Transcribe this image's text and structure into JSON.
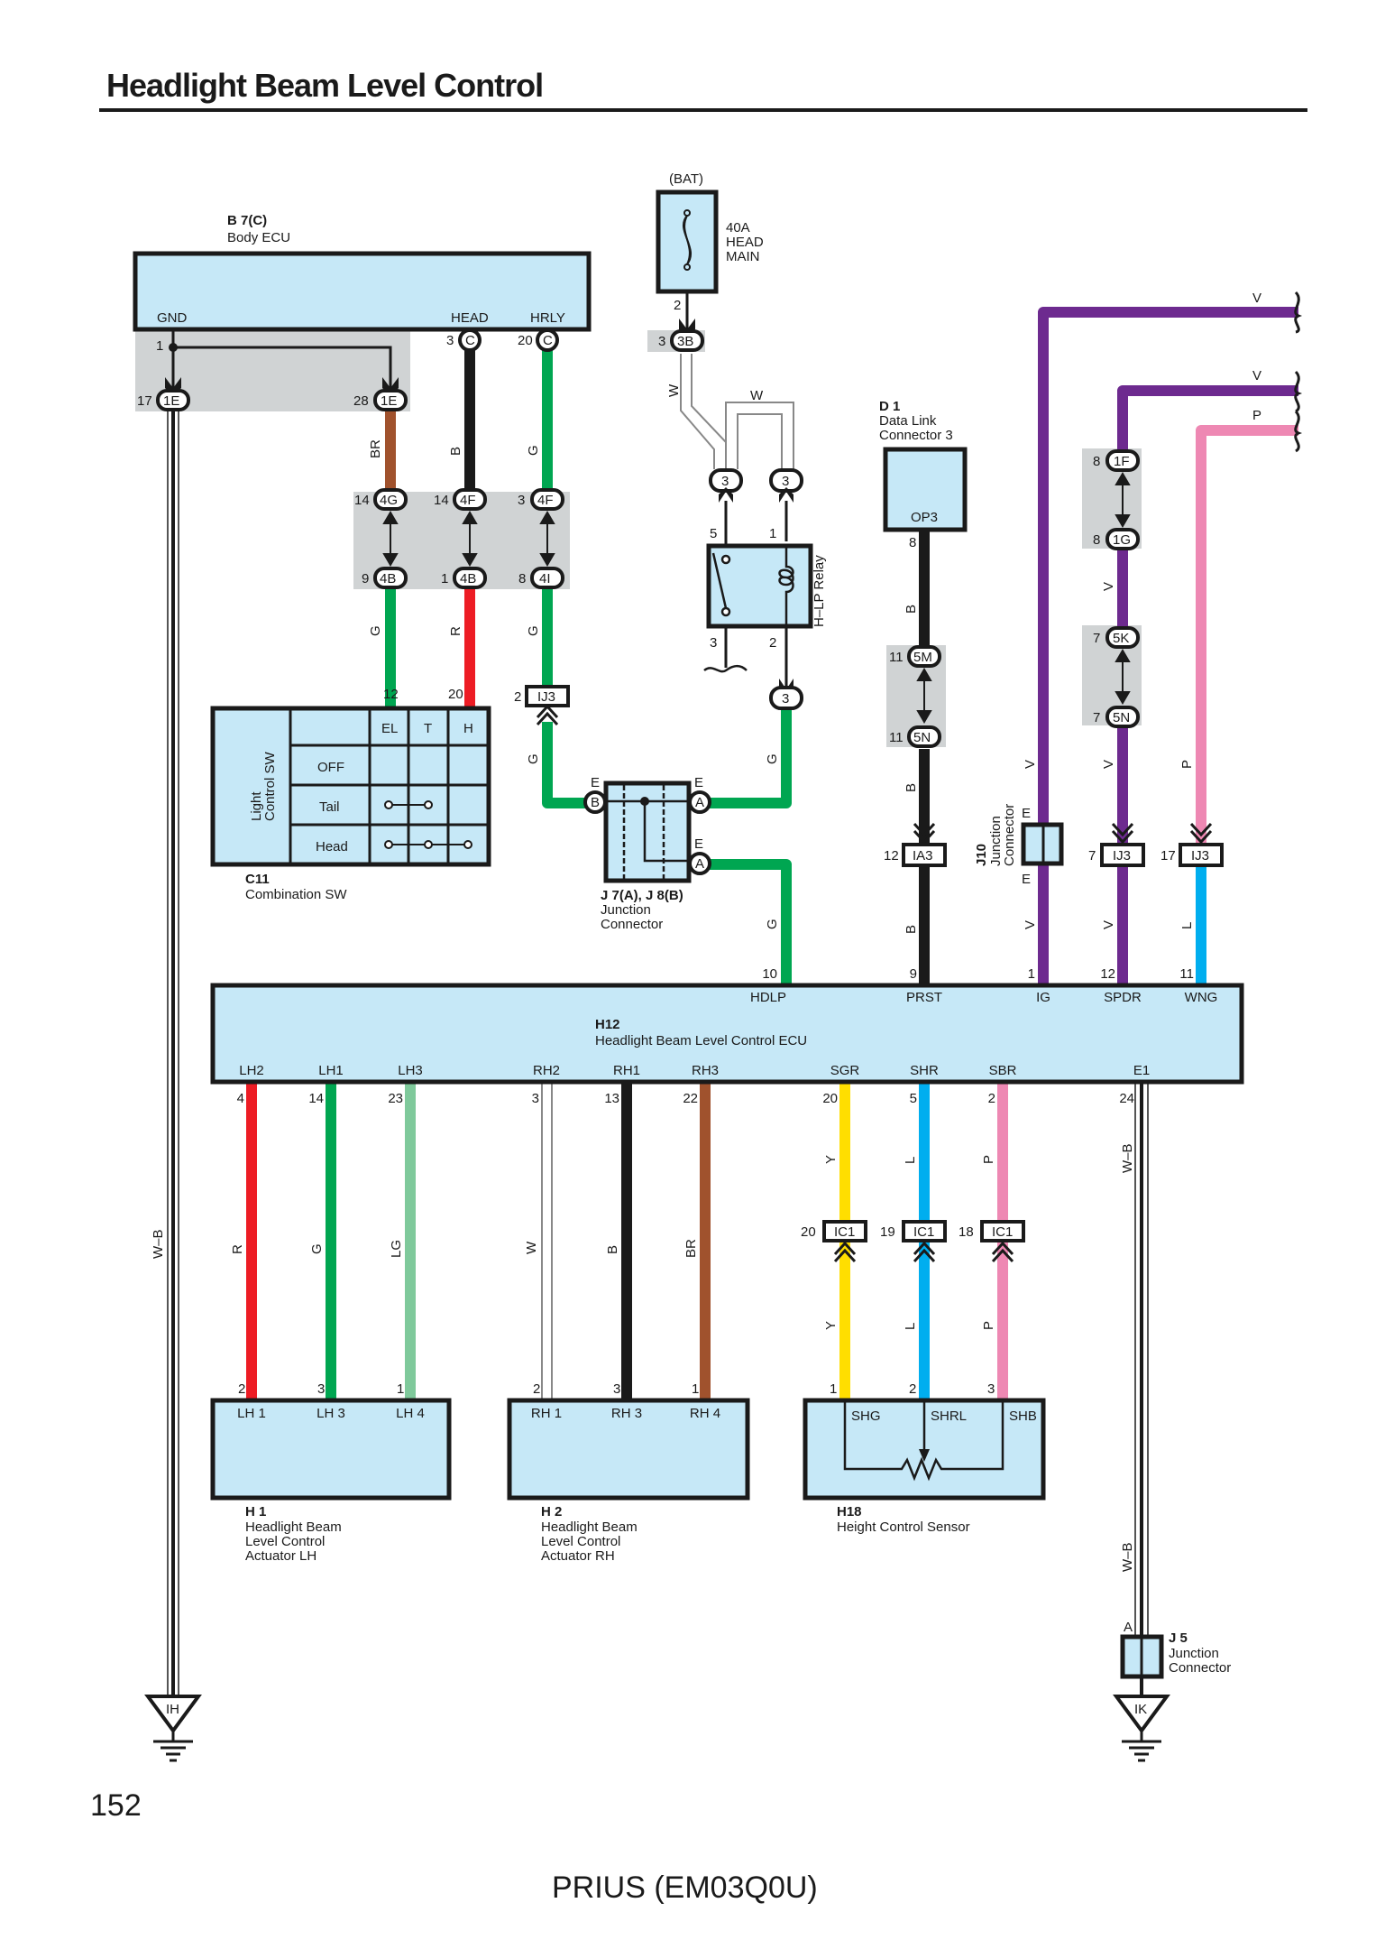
{
  "page": {
    "title": "Headlight Beam Level Control",
    "page_number": "152",
    "footer": "PRIUS (EM03Q0U)"
  },
  "colors": {
    "component_fill": "#c6e8f7",
    "splice_fill": "#d0d3d4",
    "wire_B": "#1a1a1a",
    "wire_G": "#00a651",
    "wire_R": "#ed1c24",
    "wire_BR": "#a0522d",
    "wire_V": "#6d2a8f",
    "wire_P": "#ee88b3",
    "wire_L": "#00aeef",
    "wire_Y": "#ffde00",
    "wire_LG": "#7fc99b",
    "wire_W": "#ffffff"
  },
  "components": {
    "body_ecu": {
      "code": "B 7(C)",
      "name": "Body ECU",
      "pins": {
        "gnd": "GND",
        "head": "HEAD",
        "hrly": "HRLY"
      }
    },
    "fuse": {
      "source": "(BAT)",
      "rating": "40A",
      "name_line1": "HEAD",
      "name_line2": "MAIN"
    },
    "relay": {
      "name": "H–LP Relay"
    },
    "dlc": {
      "code": "D 1",
      "name_line1": "Data Link",
      "name_line2": "Connector 3",
      "pin": "OP3"
    },
    "combination_sw": {
      "code": "C11",
      "name": "Combination SW",
      "side_label_1": "Light",
      "side_label_2": "Control SW",
      "columns": [
        "EL",
        "T",
        "H"
      ],
      "rows": [
        "OFF",
        "Tail",
        "Head"
      ],
      "connections": {
        "OFF": [],
        "Tail": [
          "EL",
          "T"
        ],
        "Head": [
          "EL",
          "T",
          "H"
        ]
      }
    },
    "j7_j8": {
      "code": "J 7(A), J 8(B)",
      "name_line1": "Junction",
      "name_line2": "Connector",
      "pin_b": "B",
      "pin_a": "A",
      "pin_e": "E"
    },
    "j10": {
      "code": "J10",
      "name_line1": "Junction",
      "name_line2": "Connector",
      "pin_e": "E"
    },
    "ecu_h12": {
      "code": "H12",
      "name": "Headlight Beam Level Control ECU",
      "top_pins": [
        {
          "label": "HDLP",
          "num": "10",
          "wire": "G"
        },
        {
          "label": "PRST",
          "num": "9",
          "wire": "B"
        },
        {
          "label": "IG",
          "num": "1",
          "wire": "V"
        },
        {
          "label": "SPDR",
          "num": "12",
          "wire": "V"
        },
        {
          "label": "WNG",
          "num": "11",
          "wire": "L"
        }
      ],
      "bottom_pins": [
        {
          "label": "LH2",
          "num": "4",
          "wire": "R"
        },
        {
          "label": "LH1",
          "num": "14",
          "wire": "G"
        },
        {
          "label": "LH3",
          "num": "23",
          "wire": "LG"
        },
        {
          "label": "RH2",
          "num": "3",
          "wire": "W"
        },
        {
          "label": "RH1",
          "num": "13",
          "wire": "B"
        },
        {
          "label": "RH3",
          "num": "22",
          "wire": "BR"
        },
        {
          "label": "SGR",
          "num": "20",
          "wire": "Y"
        },
        {
          "label": "SHR",
          "num": "5",
          "wire": "L"
        },
        {
          "label": "SBR",
          "num": "2",
          "wire": "P"
        },
        {
          "label": "E1",
          "num": "24",
          "wire": "W–B"
        }
      ]
    },
    "h1": {
      "code": "H 1",
      "name_line1": "Headlight Beam",
      "name_line2": "Level Control",
      "name_line3": "Actuator LH",
      "pins": [
        {
          "label": "LH 1",
          "num": "2"
        },
        {
          "label": "LH 3",
          "num": "3"
        },
        {
          "label": "LH 4",
          "num": "1"
        }
      ]
    },
    "h2": {
      "code": "H 2",
      "name_line1": "Headlight Beam",
      "name_line2": "Level Control",
      "name_line3": "Actuator RH",
      "pins": [
        {
          "label": "RH 1",
          "num": "2"
        },
        {
          "label": "RH 3",
          "num": "3"
        },
        {
          "label": "RH 4",
          "num": "1"
        }
      ]
    },
    "h18": {
      "code": "H18",
      "name": "Height Control Sensor",
      "pins": [
        {
          "label": "SHG",
          "num": "1"
        },
        {
          "label": "SHRL",
          "num": "2"
        },
        {
          "label": "SHB",
          "num": "3"
        }
      ]
    },
    "j5": {
      "code": "J 5",
      "name_line1": "Junction",
      "name_line2": "Connector",
      "pin": "A"
    },
    "ground_ih": {
      "label": "IH"
    },
    "ground_ik": {
      "label": "IK"
    }
  },
  "connectors": {
    "gnd_pin": "1",
    "e1_17": {
      "num": "17",
      "id": "1E"
    },
    "e1_28": {
      "num": "28",
      "id": "1E"
    },
    "head_c": {
      "num": "3",
      "id": "C"
    },
    "hrly_c": {
      "num": "20",
      "id": "C"
    },
    "fuse_pin": "2",
    "b3": {
      "num": "3",
      "id": "3B"
    },
    "g4": {
      "num": "14",
      "id": "4G"
    },
    "f4a": {
      "num": "14",
      "id": "4F"
    },
    "f4b": {
      "num": "3",
      "id": "4F"
    },
    "b4a": {
      "num": "9",
      "id": "4B"
    },
    "b4b": {
      "num": "1",
      "id": "4B"
    },
    "i4": {
      "num": "8",
      "id": "4I"
    },
    "sw_el": "12",
    "sw_h": "20",
    "ij3_2": {
      "num": "2",
      "id": "IJ3"
    },
    "relay_top_l": "3",
    "relay_top_r": "3",
    "relay_bot": "3",
    "relay_p5": "5",
    "relay_p1": "1",
    "relay_p3": "3",
    "relay_p2": "2",
    "op3_pin": "8",
    "m5": {
      "num": "11",
      "id": "5M"
    },
    "n5a": {
      "num": "11",
      "id": "5N"
    },
    "ia3": {
      "num": "12",
      "id": "IA3"
    },
    "f1": {
      "num": "8",
      "id": "1F"
    },
    "g1": {
      "num": "8",
      "id": "1G"
    },
    "k5": {
      "num": "7",
      "id": "5K"
    },
    "n5b": {
      "num": "7",
      "id": "5N"
    },
    "ij3_7": {
      "num": "7",
      "id": "IJ3"
    },
    "ij3_17": {
      "num": "17",
      "id": "IJ3"
    },
    "ic1_20": {
      "num": "20",
      "id": "IC1"
    },
    "ic1_19": {
      "num": "19",
      "id": "IC1"
    },
    "ic1_18": {
      "num": "18",
      "id": "IC1"
    }
  },
  "wire_labels": {
    "br": "BR",
    "b": "B",
    "g": "G",
    "r": "R",
    "w": "W",
    "v": "V",
    "p": "P",
    "l": "L",
    "y": "Y",
    "lg": "LG",
    "wb": "W–B",
    "e": "E"
  }
}
